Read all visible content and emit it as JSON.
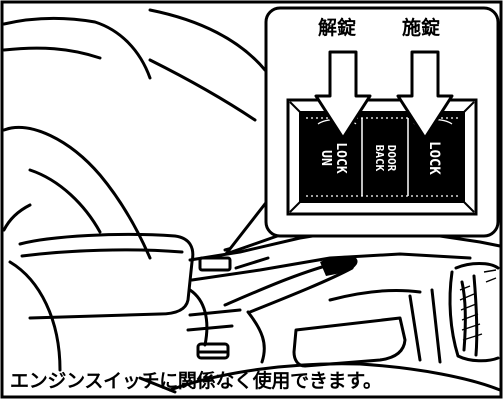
{
  "inset": {
    "label_unlock": "解錠",
    "label_lock": "施錠",
    "switch_buttons": [
      {
        "lines": [
          "UN",
          "LOCK"
        ]
      },
      {
        "lines": [
          "BACK",
          "DOOR"
        ]
      },
      {
        "lines": [
          "LOCK"
        ]
      }
    ]
  },
  "caption": "エンジンスイッチに関係なく使用できます。"
}
